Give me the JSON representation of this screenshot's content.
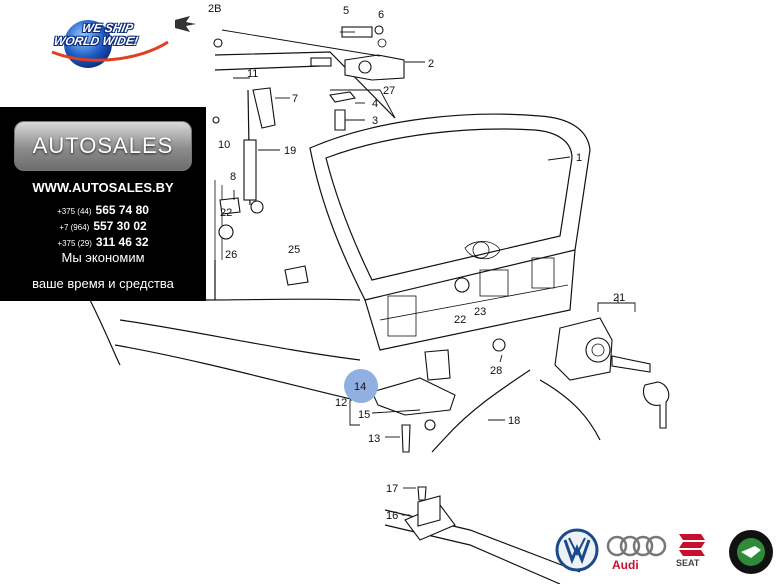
{
  "badge": {
    "line1": "WE SHIP",
    "line2": "WORLD WIDE!"
  },
  "promo": {
    "logo_text": "AUTOSALES",
    "website": "WWW.AUTOSALES.BY",
    "phones": [
      {
        "prefix": "+375 (44)",
        "number": "565 74 80"
      },
      {
        "prefix": "+7 (964)",
        "number": "557 30 02"
      },
      {
        "prefix": "+375 (29)",
        "number": "311 46 32"
      }
    ],
    "slogan_line1": "Мы экономим",
    "slogan_line2": "ваше время и средства"
  },
  "part_labels": [
    "1",
    "2",
    "2B",
    "3",
    "4",
    "5",
    "6",
    "7",
    "8",
    "10",
    "11",
    "12",
    "13",
    "14",
    "15",
    "16",
    "17",
    "18",
    "19",
    "21",
    "22",
    "22",
    "23",
    "25",
    "26",
    "27",
    "28"
  ],
  "highlighted_part": "14",
  "highlight_color": "#8fb0e0",
  "brands": [
    {
      "name": "Volkswagen",
      "icon": "vw-logo-icon"
    },
    {
      "name": "Audi",
      "label": "Audi",
      "icon": "audi-rings-icon"
    },
    {
      "name": "SEAT",
      "label": "SEAT",
      "icon": "seat-logo-icon"
    },
    {
      "name": "Škoda",
      "icon": "skoda-logo-icon"
    }
  ]
}
